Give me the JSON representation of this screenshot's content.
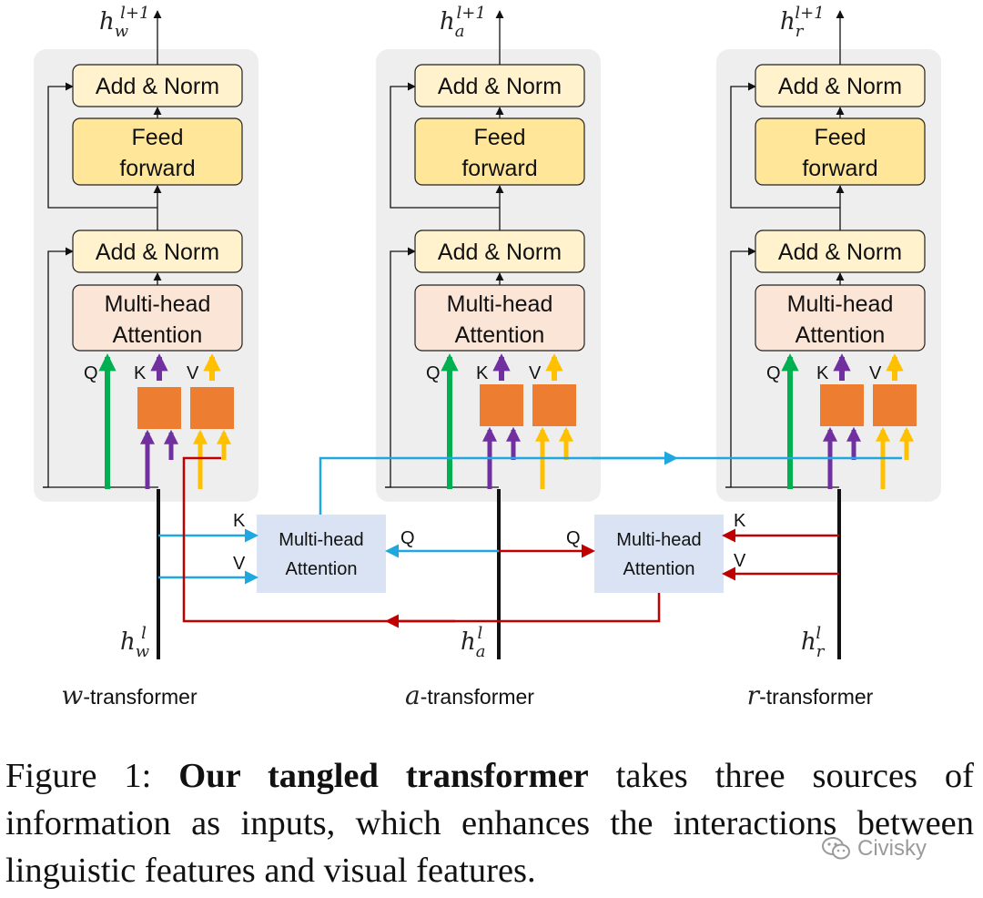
{
  "columns": [
    {
      "id": "w",
      "output_var": "h",
      "output_sub": "w",
      "output_sup": "l+1",
      "input_var": "h",
      "input_sub": "w",
      "input_sup": "l",
      "name_var": "w",
      "name_suffix": "-transformer"
    },
    {
      "id": "a",
      "output_var": "h",
      "output_sub": "a",
      "output_sup": "l+1",
      "input_var": "h",
      "input_sub": "a",
      "input_sup": "l",
      "name_var": "a",
      "name_suffix": "-transformer"
    },
    {
      "id": "r",
      "output_var": "h",
      "output_sub": "r",
      "output_sup": "l+1",
      "input_var": "h",
      "input_sub": "r",
      "input_sup": "l",
      "name_var": "r",
      "name_suffix": "-transformer"
    }
  ],
  "blocks": {
    "add_norm": "Add & Norm",
    "feed_forward": [
      "Feed",
      "forward"
    ],
    "multi_head_attention": [
      "Multi-head",
      "Attention"
    ]
  },
  "qkv": {
    "q": "Q",
    "k": "K",
    "v": "V"
  },
  "cross_attention": {
    "lines": [
      "Multi-head",
      "Attention"
    ]
  },
  "colors": {
    "panel": "#eeeeee",
    "add_norm_fill": "#fff2cc",
    "feed_forward_fill": "#ffe699",
    "attention_fill": "#fbe5d6",
    "projection_fill": "#ed7d31",
    "cross_attention_fill": "#dae3f3",
    "q_arrow": "#00b050",
    "k_arrow": "#7030a0",
    "v_arrow": "#ffc000",
    "blue_arrow": "#1fa8e0",
    "red_arrow": "#c00000"
  },
  "caption": {
    "prefix": "Figure 1: ",
    "bold": "Our tangled transformer",
    "rest": " takes three sources of information as inputs, which enhances the interactions between linguistic features and visual features."
  },
  "watermark": "Civisky"
}
